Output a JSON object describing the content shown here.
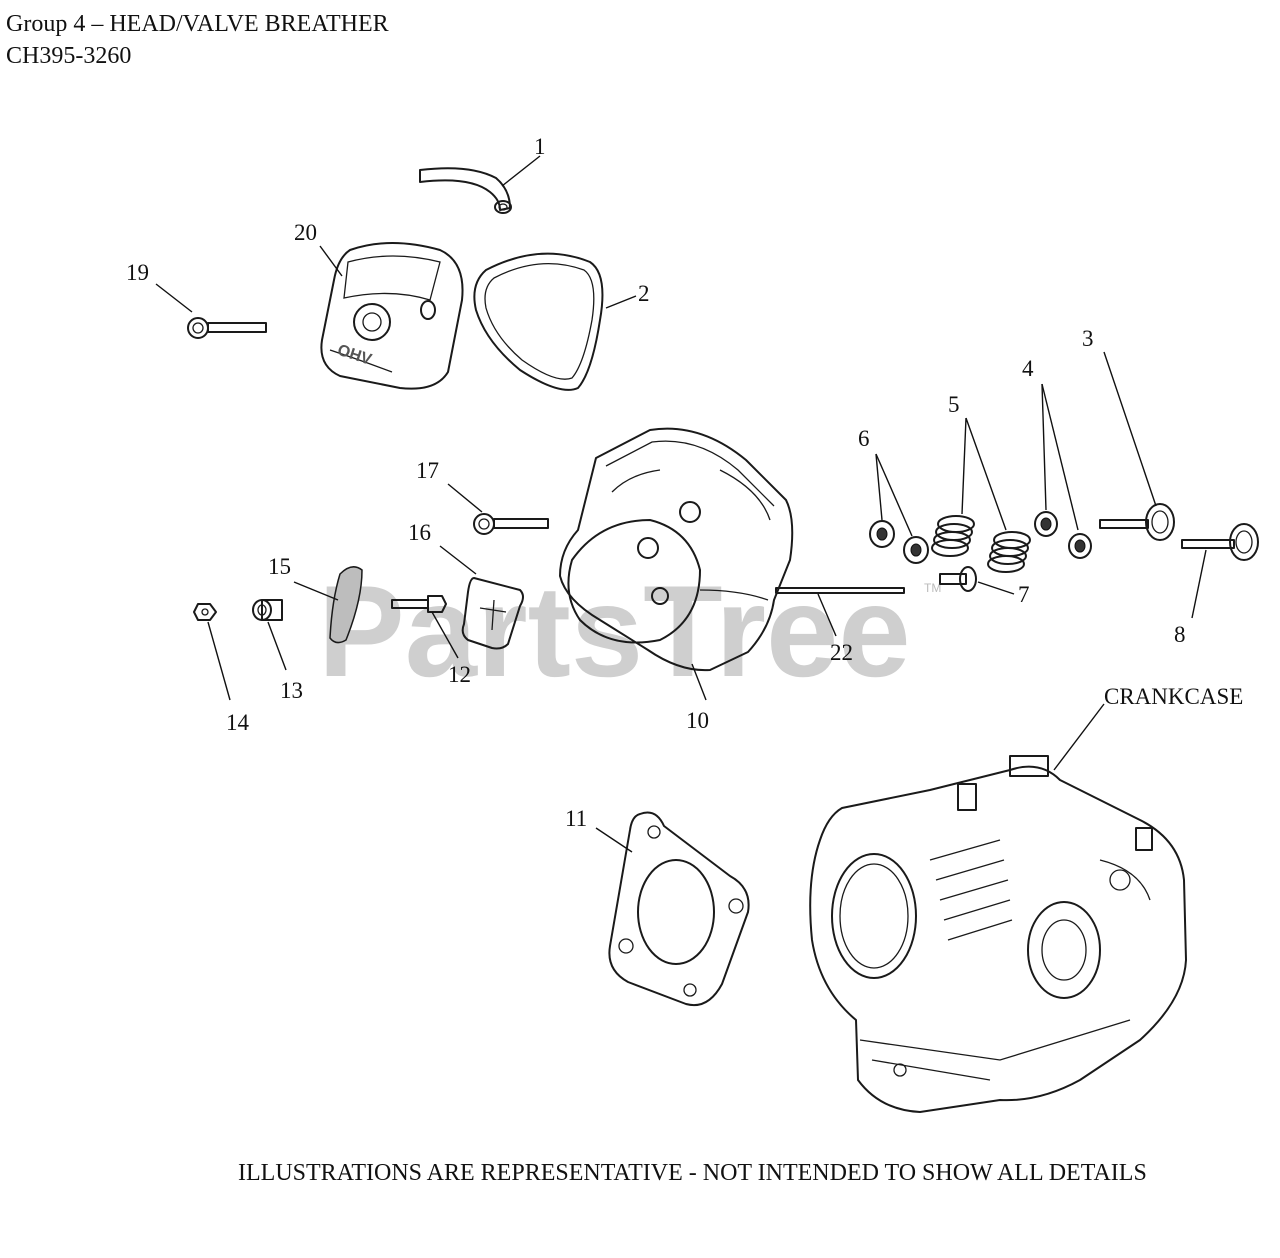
{
  "header": {
    "group_title": "Group 4 – HEAD/VALVE BREATHER",
    "model": "CH395-3260"
  },
  "watermark": "PartsTree",
  "watermark_tm": "TM",
  "callouts": {
    "c1": "1",
    "c2": "2",
    "c3": "3",
    "c4": "4",
    "c5": "5",
    "c6": "6",
    "c7": "7",
    "c8": "8",
    "c10": "10",
    "c11": "11",
    "c12": "12",
    "c13": "13",
    "c14": "14",
    "c15": "15",
    "c16": "16",
    "c17": "17",
    "c19": "19",
    "c20": "20",
    "c22": "22",
    "crankcase": "CRANKCASE"
  },
  "cover_logo": "OHV",
  "footer_note": "ILLUSTRATIONS ARE REPRESENTATIVE - NOT INTENDED TO SHOW ALL DETAILS"
}
